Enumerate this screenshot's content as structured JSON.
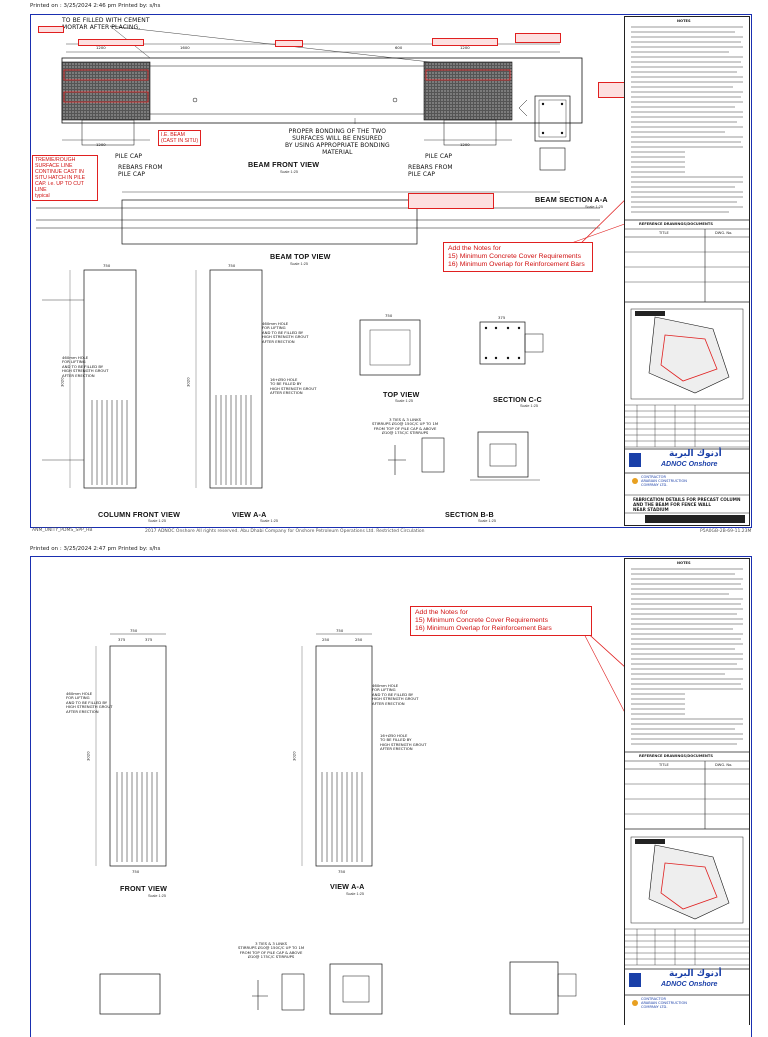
{
  "sheet1": {
    "print_line": "Printed on : 3/25/2024  2:46 pm    Printed by: s/hs",
    "callout": [
      "Add the Notes for",
      "15) Minimum Concrete Cover Requirements",
      "16) Minimum Overlap for Reinforcement Bars"
    ],
    "top_note": [
      "TO BE FILLED WITH CEMENT",
      "MORTAR AFTER PLACING."
    ],
    "bonding_note": [
      "PROPER BONDING OF THE TWO",
      "SURFACES WILL BE ENSURED",
      "BY USING APPROPRIATE BONDING",
      "MATERIAL"
    ],
    "red_left_note": [
      "TREMIE/ROUGH",
      "SURFACE LINE",
      "CONTINUE CAST IN",
      "SITU HATCH IN PILE",
      "CAP. i.e. UP TO CUT",
      "LINE",
      "typical"
    ],
    "red_beam_note": [
      "I.E. BEAM",
      "(CAST IN SITU)"
    ],
    "pile_cap_left": "PILE CAP",
    "pile_cap_right": "PILE CAP",
    "rebars_left": [
      "REBARS FROM",
      "PILE CAP"
    ],
    "rebars_right": [
      "REBARS FROM",
      "PILE CAP"
    ],
    "views": {
      "beam_front": "BEAM FRONT VIEW",
      "beam_section": "BEAM SECTION A-A",
      "beam_top": "BEAM TOP VIEW",
      "column_front": "COLUMN FRONT VIEW",
      "view_aa": "VIEW A-A",
      "top_view": "TOP VIEW",
      "section_cc": "SECTION C-C",
      "section_bb": "SECTION B-B"
    },
    "scale": "Scale 1:25",
    "dims": {
      "d1200": "1200",
      "d1600": "1600",
      "d600": "600",
      "d750": "750",
      "d375": "375",
      "d250": "250",
      "d3020": "3020"
    },
    "hole_note": [
      "460mm HOLE",
      "FOR LIFTING",
      "AND TO BE FILLED BY",
      "HIGH STRENGTH GROUT",
      "AFTER ERECTION"
    ],
    "hole_note2": [
      "16+Ø50 HOLE",
      "TO BE FILLED BY",
      "HIGH STRENGTH GROUT",
      "AFTER ERECTION"
    ],
    "stirrup_note": [
      "3 TIES & 3 LINKS",
      "STIRRUPS Ø10@ 150C/C UP TO 1M",
      "FROM TOP OF PILE CAP & ABOVE",
      "Ø10@ 175C/C STIRRUPS"
    ],
    "footer_left": "ANM_UNITY_PDMS_SPP_HB",
    "footer_center": "2017 ADNOC Onshore   All rights reserved. Abu Dhabi Company for Onshore Petroleum Operations Ltd. Restricted Circulation",
    "footer_right": "P5A0GB-2B-69-11.23M"
  },
  "sheet2": {
    "print_line": "Printed on : 3/25/2024  2:47 pm    Printed by: s/hs",
    "callout": [
      "Add the Notes for",
      "15) Minimum Concrete Cover Requirements",
      "16) Minimum Overlap for Reinforcement Bars"
    ],
    "views": {
      "front": "FRONT VIEW",
      "view_aa": "VIEW A-A"
    }
  },
  "title_block": {
    "notes_heading": "NOTES",
    "reference_heading": "REFERENCE DRAWINGS/DOCUMENTS",
    "ref_cols": [
      "TITLE",
      "DWG. No."
    ],
    "company_ar": "أدنوك البرية",
    "company_en": "ADNOC Onshore",
    "contractor": [
      "CONTRACTOR",
      "ARABIAN CONSTRUCTION",
      "COMPANY LTD."
    ],
    "drawing_title": [
      "FABRICATION DETAILS FOR PRECAST COLUMN",
      "AND THE BEAM FOR FENCE WALL",
      "NEAR STADIUM"
    ]
  },
  "colors": {
    "frame": "#1a2fb0",
    "annotation": "#d01010",
    "ink": "#111111"
  }
}
